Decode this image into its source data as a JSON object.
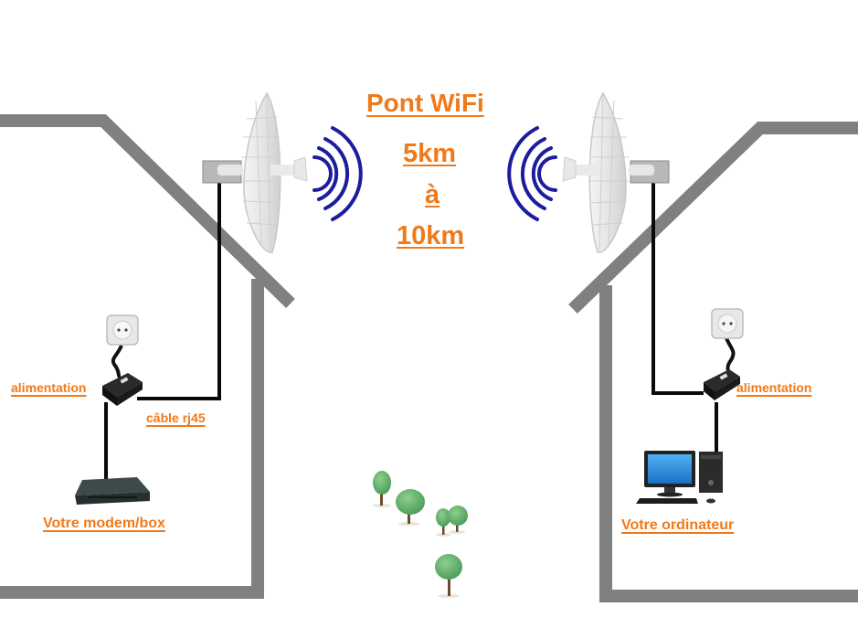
{
  "title": "Pont WiFi",
  "distance": {
    "from": "5km",
    "connector": "à",
    "to": "10km"
  },
  "left_site": {
    "power_label": "alimentation",
    "cable_label": "câble rj45",
    "device_label": "Votre modem/box",
    "device_icon": "router-icon"
  },
  "right_site": {
    "power_label": "alimentation",
    "device_label": "Votre ordinateur",
    "device_icon": "desktop-computer-icon"
  },
  "colors": {
    "label_orange": "#f07a1a",
    "house_gray": "#808080",
    "wave_blue": "#1c1c9e",
    "cable_black": "#0a0a0a"
  }
}
